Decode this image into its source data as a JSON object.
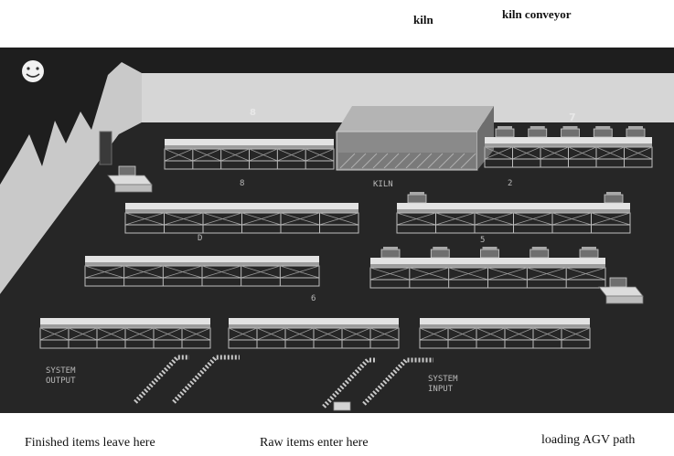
{
  "captions": {
    "kiln": "kiln",
    "kiln_conveyor": "kiln conveyor",
    "finished_items": "Finished items leave here",
    "raw_items": "Raw items enter here",
    "loading_agv_path": "loading AGV path"
  },
  "scene_labels": {
    "kiln_sign": "KILN",
    "system_output_line1": "SYSTEM",
    "system_output_line2": "OUTPUT",
    "system_input_line1": "SYSTEM",
    "system_input_line2": "INPUT",
    "marker_top": "8",
    "marker_kiln_conveyor": "7",
    "conveyor_8": "8",
    "conveyor_2": "2",
    "conveyor_d": "D",
    "conveyor_5": "5",
    "conveyor_6": "6"
  },
  "colors": {
    "floor": "#262626",
    "wall": "#d6d6d6",
    "conveyor_top": "#e3e3e3",
    "conveyor_frame": "#bdbdbd",
    "kiln": "#8a8a8a",
    "agv": "#cfcfcf",
    "path": "#c8c8c8"
  }
}
